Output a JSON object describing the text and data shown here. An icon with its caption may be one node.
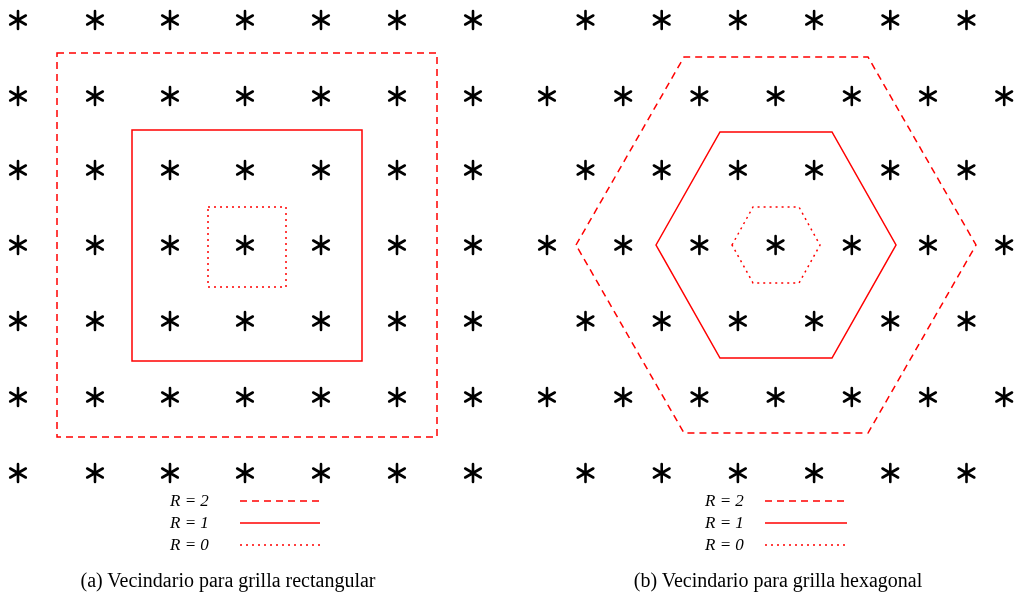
{
  "diagram": {
    "labels": [
      "(a) Vecindario para grilla rectangular",
      "(b) Vecindario para grilla hexagonal"
    ],
    "legend": [
      {
        "text": "R = 2"
      },
      {
        "text": "R = 1"
      },
      {
        "text": "R = 0"
      },
      {
        "text": "R = 2"
      },
      {
        "text": "R = 1"
      },
      {
        "text": "R = 0"
      }
    ]
  }
}
